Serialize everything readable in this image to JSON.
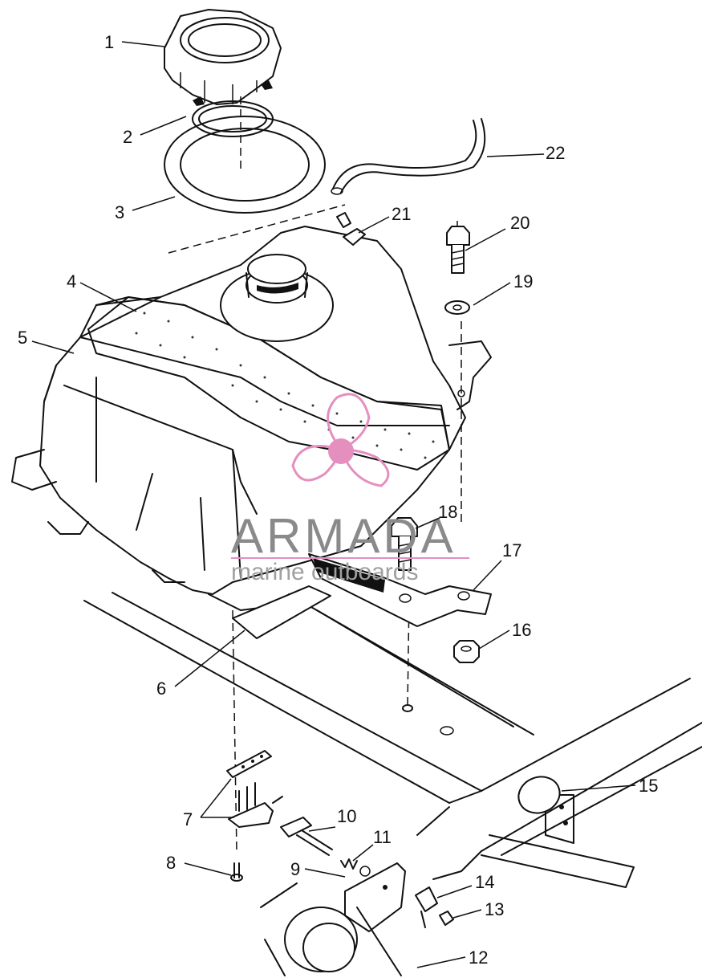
{
  "watermark": {
    "brand": "ARMADA",
    "tagline": "marine outboards",
    "logo_color": "#e58fbf"
  },
  "callouts": [
    {
      "id": "1",
      "label": "1"
    },
    {
      "id": "2",
      "label": "2"
    },
    {
      "id": "3",
      "label": "3"
    },
    {
      "id": "4",
      "label": "4"
    },
    {
      "id": "5",
      "label": "5"
    },
    {
      "id": "6",
      "label": "6"
    },
    {
      "id": "7",
      "label": "7"
    },
    {
      "id": "8",
      "label": "8"
    },
    {
      "id": "9",
      "label": "9"
    },
    {
      "id": "10",
      "label": "10"
    },
    {
      "id": "11",
      "label": "11"
    },
    {
      "id": "12",
      "label": "12"
    },
    {
      "id": "13",
      "label": "13"
    },
    {
      "id": "14",
      "label": "14"
    },
    {
      "id": "15",
      "label": "15"
    },
    {
      "id": "16",
      "label": "16"
    },
    {
      "id": "17",
      "label": "17"
    },
    {
      "id": "18",
      "label": "18"
    },
    {
      "id": "19",
      "label": "19"
    },
    {
      "id": "20",
      "label": "20"
    },
    {
      "id": "21",
      "label": "21"
    },
    {
      "id": "22",
      "label": "22"
    }
  ]
}
